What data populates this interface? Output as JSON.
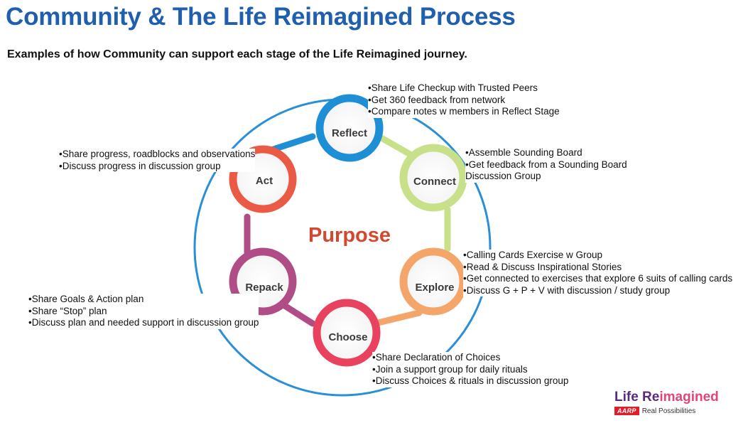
{
  "title": "Community & The Life Reimagined Process",
  "subtitle": "Examples of how Community can support each stage of the Life Reimagined journey.",
  "center_label": "Purpose",
  "stages": [
    {
      "key": "reflect",
      "label": "Reflect",
      "color": "#1e8fd4",
      "bullets": [
        "•Share Life Checkup with Trusted Peers",
        "•Get 360 feedback from network",
        "•Compare notes w members in Reflect Stage"
      ]
    },
    {
      "key": "connect",
      "label": "Connect",
      "color": "#c8e08a",
      "bullets": [
        "•Assemble Sounding Board",
        "•Get feedback from a Sounding Board",
        "Discussion Group"
      ]
    },
    {
      "key": "explore",
      "label": "Explore",
      "color": "#f3a56a",
      "bullets": [
        "•Calling Cards Exercise w Group",
        "•Read & Discuss Inspirational Stories",
        "•Get connected to exercises that explore 6 suits of calling cards",
        "•Discuss G + P + V with discussion / study group"
      ]
    },
    {
      "key": "choose",
      "label": "Choose",
      "color": "#e9425e",
      "bullets": [
        "•Share Declaration of Choices",
        "•Join a support group for daily rituals",
        "•Discuss Choices & rituals in discussion group"
      ]
    },
    {
      "key": "repack",
      "label": "Repack",
      "color": "#b14d86",
      "bullets": [
        "•Share Goals & Action plan",
        "•Share “Stop” plan",
        "•Discuss plan and needed support in discussion group"
      ]
    },
    {
      "key": "act",
      "label": "Act",
      "color": "#ea5a44",
      "bullets": [
        "•Share progress, roadblocks and observations",
        "•Discuss progress in discussion group"
      ]
    }
  ],
  "colors": {
    "title": "#1f5fae",
    "outer_ring": "#2a8fd6",
    "center_text": "#d2492f"
  },
  "brand": {
    "name_part1": "Life Re",
    "name_part2": "imagined",
    "logo": "AARP",
    "tagline": "Real Possibilities"
  }
}
